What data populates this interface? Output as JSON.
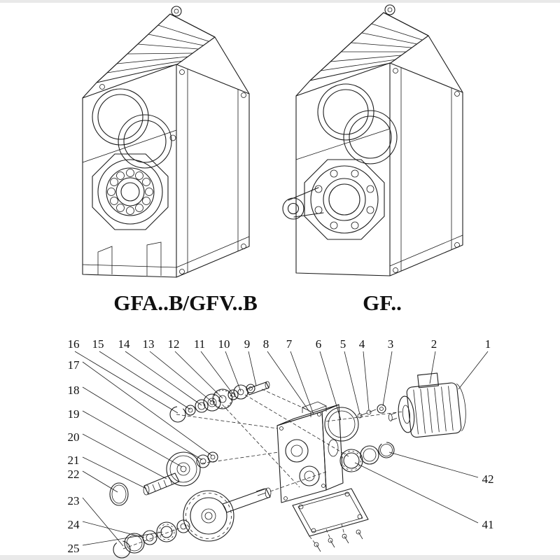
{
  "page": {
    "background": "#ffffff",
    "ink": "#1c1c1c"
  },
  "drawings": {
    "left": {
      "label": "GFA..B/GFV..B"
    },
    "right": {
      "label": "GF.."
    }
  },
  "callouts": {
    "top_row": [
      "16",
      "15",
      "14",
      "13",
      "12",
      "11",
      "10",
      "9",
      "8",
      "7",
      "6",
      "5",
      "4",
      "3",
      "2",
      "1"
    ],
    "left_column": [
      "17",
      "18",
      "19",
      "20",
      "21",
      "22",
      "23",
      "24",
      "25"
    ],
    "right_column": [
      "42",
      "41"
    ]
  }
}
